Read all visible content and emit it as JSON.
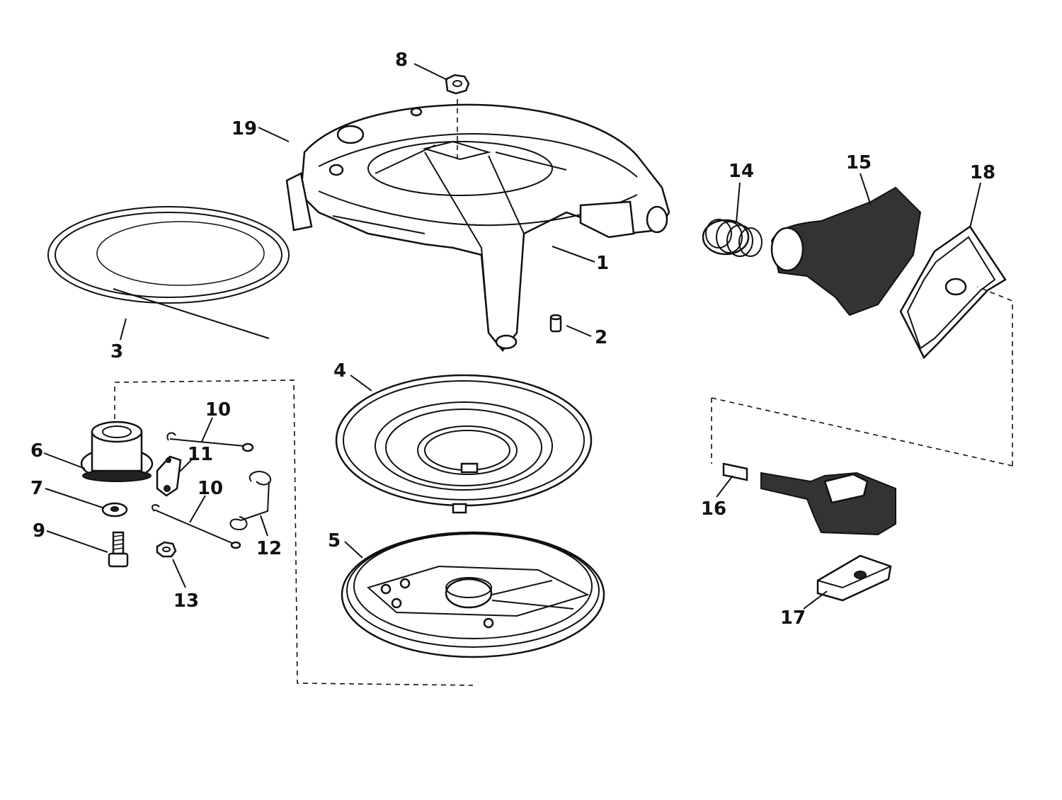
{
  "diagram": {
    "callouts": [
      {
        "id": "1",
        "label": "1"
      },
      {
        "id": "2",
        "label": "2"
      },
      {
        "id": "3",
        "label": "3"
      },
      {
        "id": "4",
        "label": "4"
      },
      {
        "id": "5",
        "label": "5"
      },
      {
        "id": "6",
        "label": "6"
      },
      {
        "id": "7",
        "label": "7"
      },
      {
        "id": "8",
        "label": "8"
      },
      {
        "id": "9",
        "label": "9"
      },
      {
        "id": "10a",
        "label": "10"
      },
      {
        "id": "10b",
        "label": "10"
      },
      {
        "id": "11",
        "label": "11"
      },
      {
        "id": "12",
        "label": "12"
      },
      {
        "id": "13",
        "label": "13"
      },
      {
        "id": "14",
        "label": "14"
      },
      {
        "id": "15",
        "label": "15"
      },
      {
        "id": "16",
        "label": "16"
      },
      {
        "id": "17",
        "label": "17"
      },
      {
        "id": "18",
        "label": "18"
      },
      {
        "id": "19",
        "label": "19"
      }
    ]
  }
}
